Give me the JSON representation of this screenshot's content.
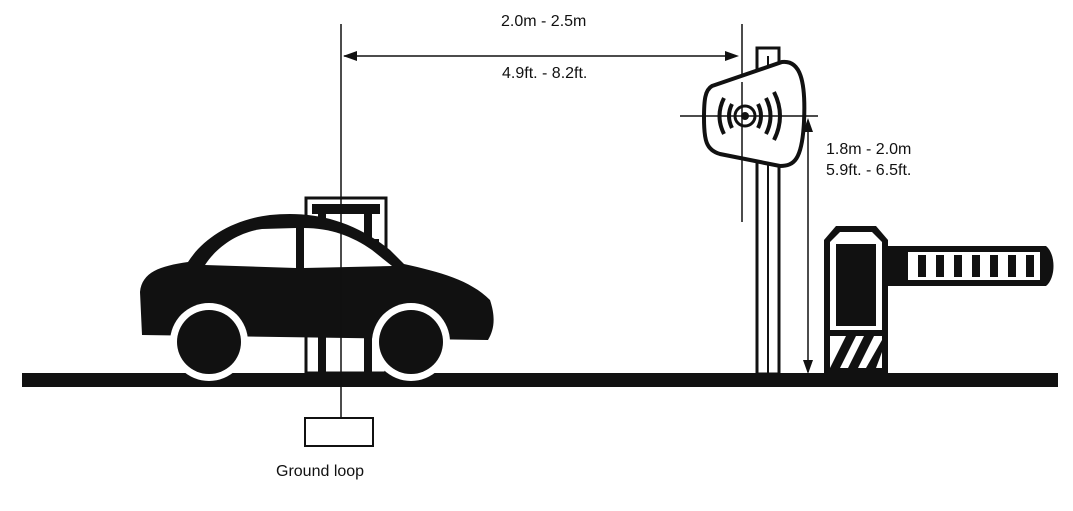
{
  "labels": {
    "horizontal_distance_metric": "2.0m - 2.5m",
    "horizontal_distance_imperial": "4.9ft. - 8.2ft.",
    "reader_height_metric": "1.8m - 2.0m",
    "reader_height_imperial": "5.9ft. - 6.5ft.",
    "ground_loop": "Ground loop"
  },
  "colors": {
    "ink": "#111111",
    "background": "#ffffff"
  }
}
